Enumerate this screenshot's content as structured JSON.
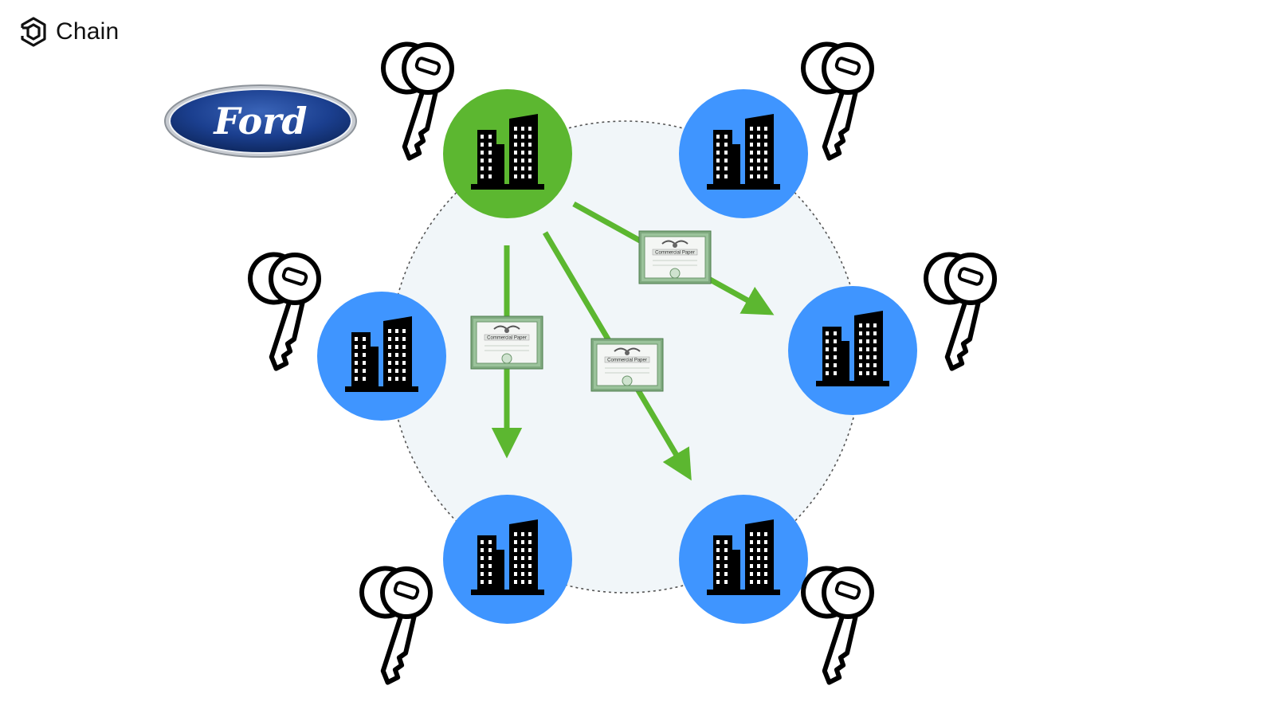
{
  "brand": {
    "name": "Chain",
    "icon": "chain-hexagon-logo-icon"
  },
  "partner_logo": {
    "text": "Ford",
    "name": "ford-oval-logo"
  },
  "colors": {
    "issuer_node": "#5cb730",
    "participant_node": "#3f95ff",
    "arrow": "#5cb730",
    "network_fill": "#f1f6f9",
    "network_border": "#555555"
  },
  "nodes": [
    {
      "id": "issuer",
      "role": "issuer",
      "icon": "building-icon",
      "key_icon": "key-icon"
    },
    {
      "id": "top-right",
      "role": "participant",
      "icon": "building-icon",
      "key_icon": "key-icon"
    },
    {
      "id": "left",
      "role": "participant",
      "icon": "building-icon",
      "key_icon": "key-icon"
    },
    {
      "id": "right",
      "role": "participant",
      "icon": "building-icon",
      "key_icon": "key-icon"
    },
    {
      "id": "bottom-left",
      "role": "participant",
      "icon": "building-icon",
      "key_icon": "key-icon"
    },
    {
      "id": "bottom-right",
      "role": "participant",
      "icon": "building-icon",
      "key_icon": "key-icon"
    }
  ],
  "transfers": [
    {
      "from": "issuer",
      "to": "bottom-left",
      "asset": "Commercial Paper"
    },
    {
      "from": "issuer",
      "to": "bottom-right",
      "asset": "Commercial Paper"
    },
    {
      "from": "issuer",
      "to": "right",
      "asset": "Commercial Paper"
    }
  ]
}
